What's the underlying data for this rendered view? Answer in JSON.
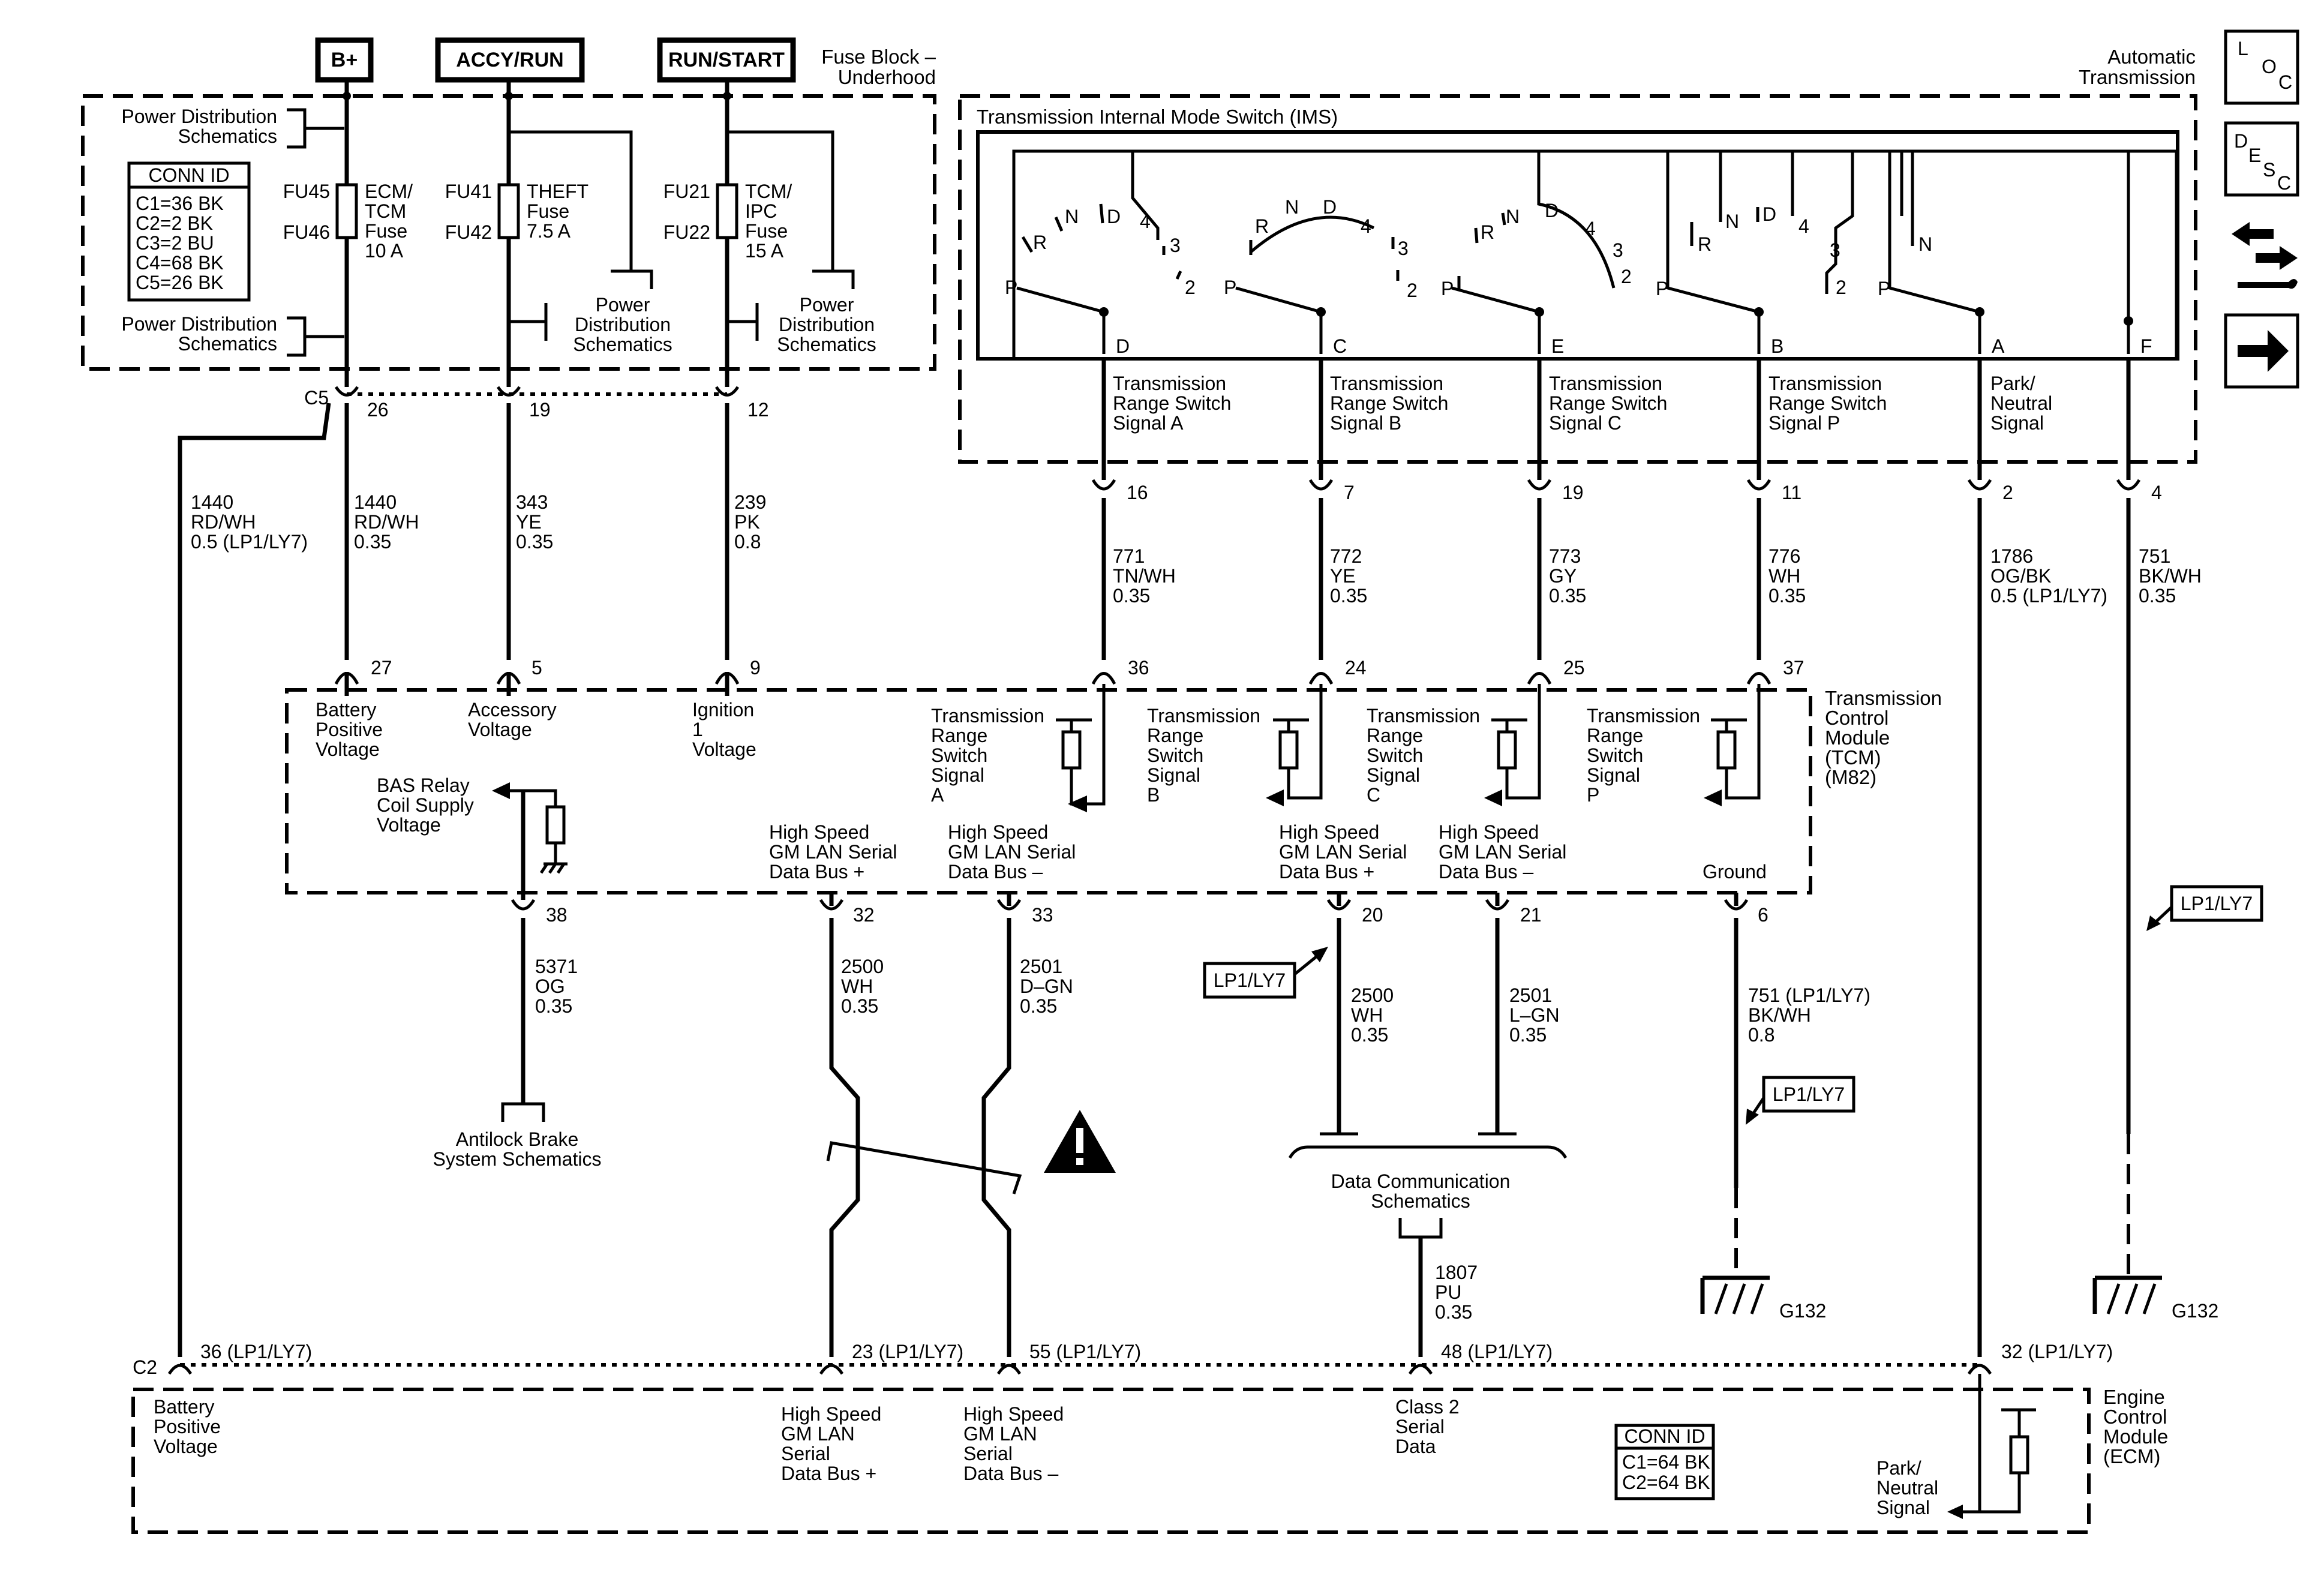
{
  "power_sources": [
    {
      "id": "bplus",
      "label": "B+"
    },
    {
      "id": "accy",
      "label": "ACCY/RUN"
    },
    {
      "id": "runstart",
      "label": "RUN/START"
    }
  ],
  "fuse_block": {
    "title_line1": "Fuse Block –",
    "title_line2": "Underhood",
    "pwr_dist_top_line1": "Power Distribution",
    "pwr_dist_top_line2": "Schematics",
    "pwr_dist_bot_line1": "Power Distribution",
    "pwr_dist_bot_line2": "Schematics",
    "conn_id": {
      "title": "CONN ID",
      "rows": [
        "C1=36 BK",
        "C2=2 BK",
        "C3=2 BU",
        "C4=68 BK",
        "C5=26 BK"
      ]
    },
    "fuses": [
      {
        "top": "FU45",
        "bottom": "FU46",
        "name_lines": [
          "ECM/",
          "TCM",
          "Fuse",
          "10 A"
        ]
      },
      {
        "top": "FU41",
        "bottom": "FU42",
        "name_lines": [
          "THEFT",
          "Fuse",
          "7.5 A"
        ]
      },
      {
        "top": "FU21",
        "bottom": "FU22",
        "name_lines": [
          "TCM/",
          "IPC",
          "Fuse",
          "15 A"
        ]
      }
    ],
    "pd_schematics": [
      {
        "line1": "Power",
        "line2": "Distribution",
        "line3": "Schematics"
      },
      {
        "line1": "Power",
        "line2": "Distribution",
        "line3": "Schematics"
      }
    ],
    "connector_label": "C5",
    "pins": [
      "26",
      "19",
      "12"
    ]
  },
  "automatic_transmission": {
    "title_line1": "Automatic",
    "title_line2": "Transmission",
    "ims_title": "Transmission Internal Mode Switch (IMS)",
    "ims_pins": [
      "D",
      "C",
      "E",
      "B",
      "A",
      "F"
    ],
    "switch_positions": [
      "P",
      "R",
      "N",
      "D",
      "4",
      "3",
      "2"
    ],
    "switch_positions_last": [
      "P",
      "N"
    ],
    "signals": [
      {
        "line1": "Transmission",
        "line2": "Range Switch",
        "line3": "Signal A"
      },
      {
        "line1": "Transmission",
        "line2": "Range Switch",
        "line3": "Signal B"
      },
      {
        "line1": "Transmission",
        "line2": "Range Switch",
        "line3": "Signal C"
      },
      {
        "line1": "Transmission",
        "line2": "Range Switch",
        "line3": "Signal P"
      },
      {
        "line1": "Park/",
        "line2": "Neutral",
        "line3": "Signal"
      }
    ],
    "connector_pins": [
      "16",
      "7",
      "19",
      "11",
      "2",
      "4"
    ]
  },
  "side_icons": {
    "loc": {
      "a": "L",
      "b": "O",
      "c": "C"
    },
    "desc": {
      "a": "D",
      "b": "E",
      "c": "S",
      "d": "C"
    }
  },
  "wires": {
    "w1440_ecm": [
      "1440",
      "RD/WH",
      "0.5 (LP1/LY7)"
    ],
    "w1440": [
      "1440",
      "RD/WH",
      "0.35"
    ],
    "w343": [
      "343",
      "YE",
      "0.35"
    ],
    "w239": [
      "239",
      "PK",
      "0.8"
    ],
    "w771": [
      "771",
      "TN/WH",
      "0.35"
    ],
    "w772": [
      "772",
      "YE",
      "0.35"
    ],
    "w773": [
      "773",
      "GY",
      "0.35"
    ],
    "w776": [
      "776",
      "WH",
      "0.35"
    ],
    "w1786": [
      "1786",
      "OG/BK",
      "0.5 (LP1/LY7)"
    ],
    "w751_top": [
      "751",
      "BK/WH",
      "0.35"
    ],
    "w5371": [
      "5371",
      "OG",
      "0.35"
    ],
    "w2500_a": [
      "2500",
      "WH",
      "0.35"
    ],
    "w2501_a": [
      "2501",
      "D–GN",
      "0.35"
    ],
    "w2500_b": [
      "2500",
      "WH",
      "0.35"
    ],
    "w2501_b": [
      "2501",
      "L–GN",
      "0.35"
    ],
    "w751_gnd": [
      "751 (LP1/LY7)",
      "BK/WH",
      "0.8"
    ],
    "w1807": [
      "1807",
      "PU",
      "0.35"
    ]
  },
  "tcm": {
    "title_lines": [
      "Transmission",
      "Control",
      "Module",
      "(TCM)",
      "(M82)"
    ],
    "top_pins": [
      "27",
      "5",
      "9",
      "36",
      "24",
      "25",
      "37"
    ],
    "bottom_pins": [
      "38",
      "32",
      "33",
      "20",
      "21",
      "6"
    ],
    "battery_voltage": [
      "Battery",
      "Positive",
      "Voltage"
    ],
    "accessory_voltage": [
      "Accessory",
      "Voltage"
    ],
    "ignition_voltage": [
      "Ignition",
      "1",
      "Voltage"
    ],
    "bas_relay": [
      "BAS Relay",
      "Coil Supply",
      "Voltage"
    ],
    "range_signals": [
      [
        "Transmission",
        "Range",
        "Switch",
        "Signal",
        "A"
      ],
      [
        "Transmission",
        "Range",
        "Switch",
        "Signal",
        "B"
      ],
      [
        "Transmission",
        "Range",
        "Switch",
        "Signal",
        "C"
      ],
      [
        "Transmission",
        "Range",
        "Switch",
        "Signal",
        "P"
      ]
    ],
    "lan_plus_1": [
      "High Speed",
      "GM LAN Serial",
      "Data Bus +"
    ],
    "lan_minus_1": [
      "High Speed",
      "GM LAN Serial",
      "Data Bus –"
    ],
    "lan_plus_2": [
      "High Speed",
      "GM LAN Serial",
      "Data Bus +"
    ],
    "lan_minus_2": [
      "High Speed",
      "GM LAN Serial",
      "Data Bus –"
    ],
    "ground": "Ground"
  },
  "lp_tags": [
    "LP1/LY7",
    "LP1/LY7",
    "LP1/LY7"
  ],
  "antilock": [
    "Antilock Brake",
    "System Schematics"
  ],
  "data_comm": [
    "Data Communication",
    "Schematics"
  ],
  "grounds": [
    "G132",
    "G132"
  ],
  "ecm": {
    "title_lines": [
      "Engine",
      "Control",
      "Module",
      "(ECM)"
    ],
    "connector_label": "C2",
    "pins": [
      "36 (LP1/LY7)",
      "23 (LP1/LY7)",
      "55 (LP1/LY7)",
      "48 (LP1/LY7)",
      "32 (LP1/LY7)"
    ],
    "battery_voltage": [
      "Battery",
      "Positive",
      "Voltage"
    ],
    "lan_plus": [
      "High Speed",
      "GM LAN",
      "Serial",
      "Data Bus +"
    ],
    "lan_minus": [
      "High Speed",
      "GM LAN",
      "Serial",
      "Data Bus –"
    ],
    "class2": [
      "Class 2",
      "Serial",
      "Data"
    ],
    "park_neutral": [
      "Park/",
      "Neutral",
      "Signal"
    ],
    "conn_id": {
      "title": "CONN ID",
      "rows": [
        "C1=64 BK",
        "C2=64 BK"
      ]
    }
  }
}
